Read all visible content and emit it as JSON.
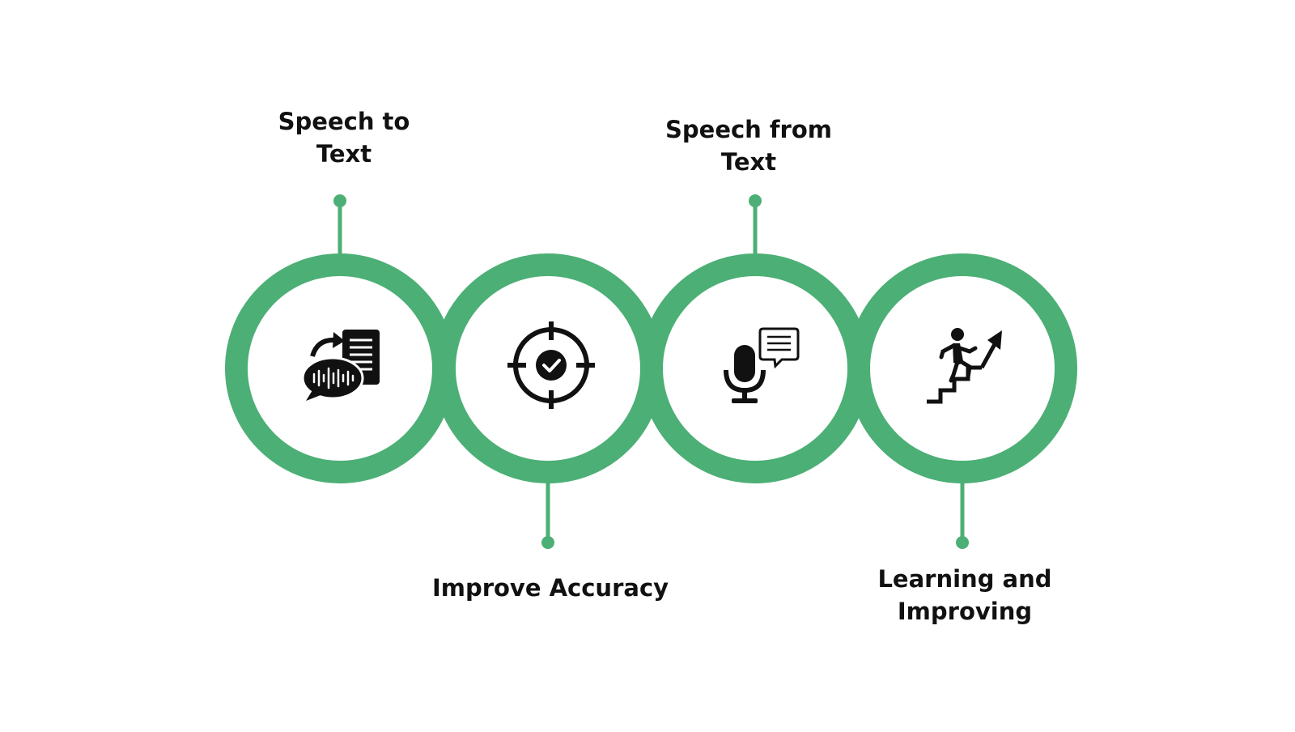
{
  "colors": {
    "accent": "#4caf75",
    "icon": "#111111",
    "background": "#ffffff"
  },
  "steps": [
    {
      "label": "Speech to\nText",
      "icon": "speech-to-text-icon",
      "label_position": "top"
    },
    {
      "label": "Improve Accuracy",
      "icon": "target-check-icon",
      "label_position": "bottom"
    },
    {
      "label": "Speech from\nText",
      "icon": "microphone-chat-icon",
      "label_position": "top"
    },
    {
      "label": "Learning and\nImproving",
      "icon": "stairs-progress-icon",
      "label_position": "bottom"
    }
  ]
}
